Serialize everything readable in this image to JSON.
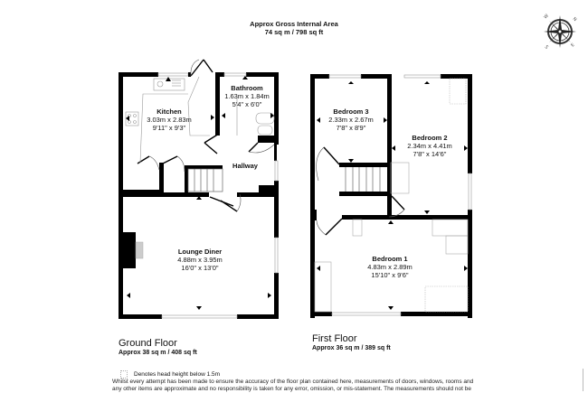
{
  "header": {
    "title": "Approx Gross Internal Area",
    "area": "74 sq m / 798 sq ft"
  },
  "compass": {
    "icon": "compass-rose-icon",
    "labels": [
      "W",
      "N",
      "S",
      "E"
    ]
  },
  "ground_floor": {
    "title": "Ground Floor",
    "area": "Approx 38 sq m / 408 sq ft",
    "rooms": [
      {
        "name": "Kitchen",
        "metric": "3.03m x 2.83m",
        "imperial": "9'11\" x 9'3\""
      },
      {
        "name": "Bathroom",
        "metric": "1.63m x 1.84m",
        "imperial": "5'4\" x 6'0\""
      },
      {
        "name": "Hallway"
      },
      {
        "name": "Lounge Diner",
        "metric": "4.88m x 3.95m",
        "imperial": "16'0\" x 13'0\""
      }
    ]
  },
  "first_floor": {
    "title": "First Floor",
    "area": "Approx 36 sq m / 389 sq ft",
    "rooms": [
      {
        "name": "Bedroom 3",
        "metric": "2.33m x 2.67m",
        "imperial": "7'8\" x 8'9\""
      },
      {
        "name": "Bedroom 2",
        "metric": "2.34m x 4.41m",
        "imperial": "7'8\" x 14'6\""
      },
      {
        "name": "Bedroom 1",
        "metric": "4.83m x 2.89m",
        "imperial": "15'10\" x 9'6\""
      }
    ]
  },
  "legend": {
    "text": "Denotes head height below 1.5m"
  },
  "disclaimer": {
    "line1": "Whilst every attempt has been made to ensure the accuracy of the floor plan contained here, measurements of doors, windows, rooms and",
    "line2": "any other items are approximate and no responsibility is taken for any error, omission, or mis-statement. The measurements should not be"
  },
  "colors": {
    "wall": "#000000",
    "fixture": "#9a9a9a",
    "background": "#ffffff"
  }
}
